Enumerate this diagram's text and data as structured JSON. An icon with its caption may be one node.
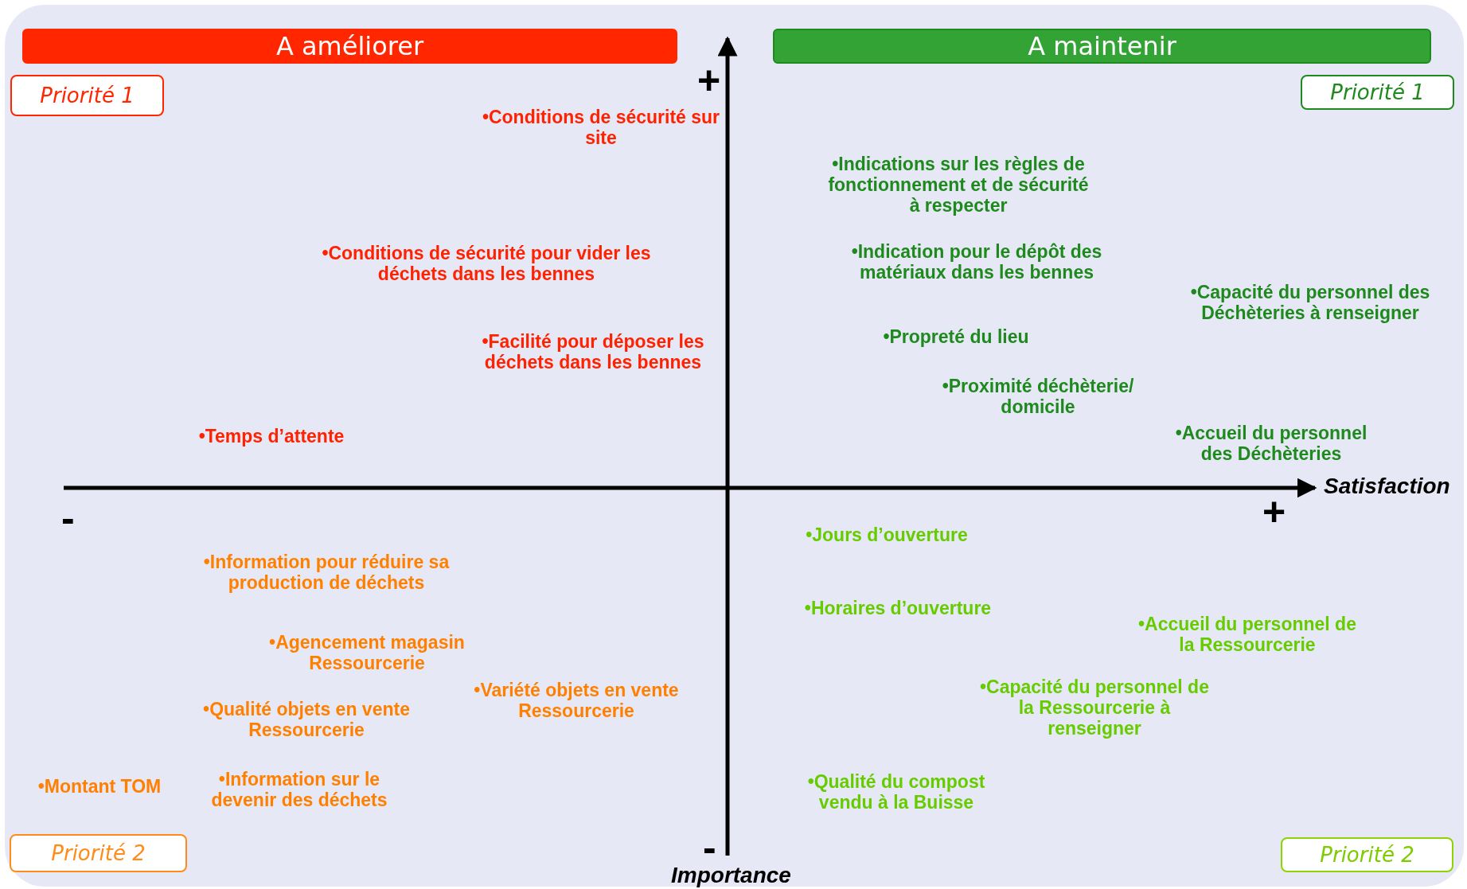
{
  "diagram": {
    "nodes": [
      {
        "text": [
          "A améliorer"
        ]
      },
      {
        "text": [
          "A maintenir"
        ]
      },
      {
        "text": [
          "Priorité 1"
        ]
      },
      {
        "text": [
          "Priorité 1"
        ]
      },
      {
        "text": [
          "Priorité 2"
        ]
      },
      {
        "text": [
          "Priorité 2"
        ]
      }
    ],
    "edges": [],
    "labels": [
      "+",
      "•Conditions de sécurité sur site",
      "•Indications sur les règles de fonctionnement et de sécurité à respecter",
      "•Conditions de sécurité pour vider les déchets dans les bennes",
      "•Indication pour le dépôt des matériaux dans les bennes",
      "•Capacité du personnel des Déchèteries à renseigner",
      "•Propreté du lieu",
      "•Facilité pour déposer les déchets dans les bennes",
      "•Proximité déchèterie/ domicile",
      "•Temps d’attente",
      "•Accueil du personnel des Déchèteries",
      "Satisfaction",
      "-",
      "+",
      "•Jours d’ouverture",
      "•Information pour réduire sa production de déchets",
      "•Horaires d’ouverture",
      "•Accueil du personnel de la Ressourcerie",
      "•Agencement magasin Ressourcerie",
      "•Variété objets en vente Ressourcerie",
      "•Capacité du personnel de la Ressourcerie à renseigner",
      "•Qualité objets en vente Ressourcerie",
      "•Montant TOM",
      "•Information sur le devenir des déchets",
      "•Qualité du compost vendu à la Buisse",
      "-",
      "Importance"
    ]
  }
}
